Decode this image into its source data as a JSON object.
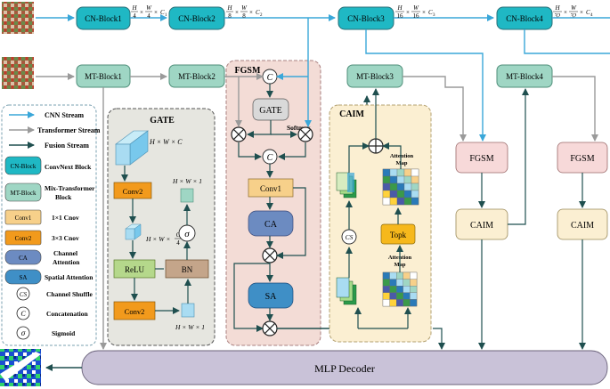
{
  "stream_blocks": {
    "cn1": "CN-Block1",
    "cn2": "CN-Block2",
    "cn3": "CN-Block3",
    "cn4": "CN-Block4",
    "mt1": "MT-Block1",
    "mt2": "MT-Block2",
    "mt3": "MT-Block3",
    "mt4": "MT-Block4"
  },
  "dims": {
    "d1": {
      "h": "H",
      "div_h": "4",
      "w": "W",
      "div_w": "4",
      "c": "C",
      "c_sub": "1"
    },
    "d2": {
      "h": "H",
      "div_h": "8",
      "w": "W",
      "div_w": "8",
      "c": "C",
      "c_sub": "2"
    },
    "d3": {
      "h": "H",
      "div_h": "16",
      "w": "W",
      "div_w": "16",
      "c": "C",
      "c_sub": "3"
    },
    "d4": {
      "h": "H",
      "div_h": "32",
      "w": "W",
      "div_w": "32",
      "c": "C",
      "c_sub": "4"
    },
    "times": "×"
  },
  "legend": {
    "cnn_stream": "CNN Stream",
    "transformer_stream": "Transformer Stream",
    "fusion_stream": "Fusion Stream",
    "cn_block_box": "CN-Block",
    "cn_block_desc": "ConvNext Block",
    "mt_block_box": "MT-Block",
    "mt_block_desc_1": "Mix-Transformer",
    "mt_block_desc_2": "Block",
    "conv1_box": "Conv1",
    "conv1_desc": "1×1 Cnov",
    "conv2_box": "Conv2",
    "conv2_desc": "3×3 Cnov",
    "ca_box": "CA",
    "ca_desc_1": "Channel",
    "ca_desc_2": "Attention",
    "sa_box": "SA",
    "sa_desc": "Spatial Attention",
    "cs_symbol": "CS",
    "cs_desc": "Channel Shuffle",
    "c_symbol": "C",
    "c_desc": "Concatenation",
    "sigma_symbol": "σ",
    "sigma_desc": "Sigmoid"
  },
  "gate": {
    "title": "GATE",
    "dim_in": "H × W × C",
    "conv2_a": "Conv2",
    "dim_mid_pre": "H × W ×",
    "dim_mid_num": "C",
    "dim_mid_den": "4",
    "relu": "ReLU",
    "conv2_b": "Conv2",
    "bn": "BN",
    "sigma": "σ",
    "dim_out_top": "H × W × 1",
    "dim_out_bottom": "H × W × 1"
  },
  "fgsm": {
    "title": "FGSM",
    "concat_top": "C",
    "gate": "GATE",
    "softmax": "Softmax",
    "concat_mid": "C",
    "conv1": "Conv1",
    "ca": "CA",
    "sa": "SA"
  },
  "caim": {
    "title": "CAIM",
    "attention_map_top_1": "Attention",
    "attention_map_top_2": "Map",
    "attention_map_bottom_1": "Attention",
    "attention_map_bottom_2": "Map",
    "cs": "CS",
    "topk": "Topk"
  },
  "right_modules": {
    "fgsm_3": "FGSM",
    "caim_3": "CAIM",
    "fgsm_4": "FGSM",
    "caim_4": "CAIM"
  },
  "decoder": "MLP Decoder",
  "colors": {
    "cn_fill": "#1fb8c4",
    "mt_fill": "#9fd6c4",
    "fgsm_fill": "#f7d9d9",
    "caim_fill": "#fbefd2",
    "conv1_fill": "#f7d08a",
    "conv2_fill": "#f29a1c",
    "ca_fill": "#6c8bc1",
    "sa_fill": "#3f8fc6",
    "relu_fill": "#b5d88b",
    "bn_fill": "#c4a58a",
    "topk_fill": "#f6b81c",
    "decoder_fill": "#c9c2d8",
    "cnn_arrow": "#3aa7d9",
    "transformer_arrow": "#9a9a9a",
    "fusion_arrow": "#1f4f4f"
  }
}
